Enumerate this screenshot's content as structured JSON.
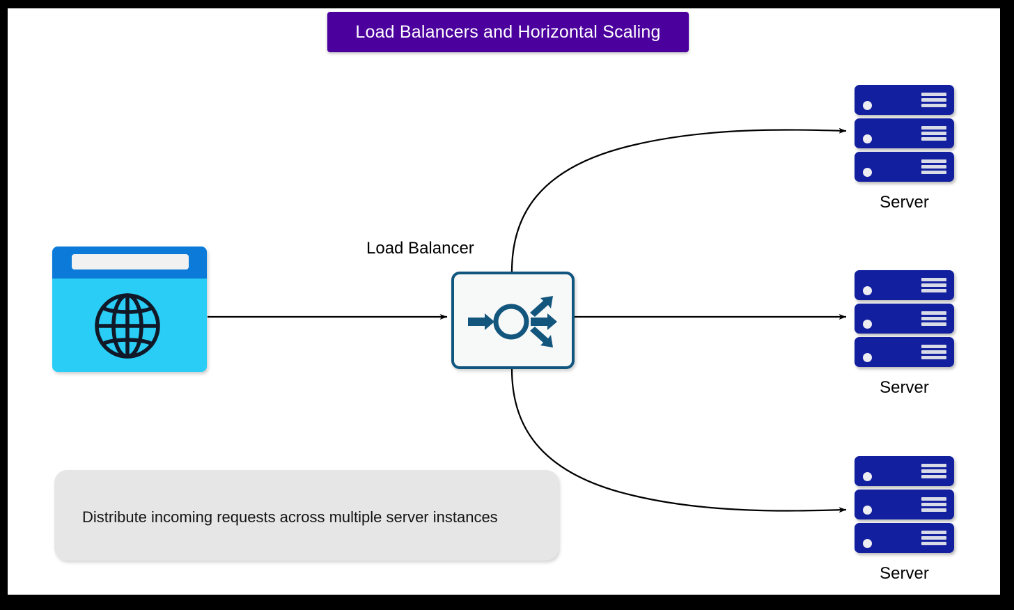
{
  "title": {
    "text": "Load Balancers and Horizontal Scaling",
    "background_color": "#4B009E",
    "text_color": "#FFFFFF"
  },
  "canvas": {
    "background_color": "#FFFFFF",
    "frame_color": "#000000"
  },
  "nodes": {
    "client": {
      "icon": "browser-window-globe-icon",
      "titlebar_color": "#0C7AD9",
      "body_color": "#29CDF5",
      "urlbar_color": "#F1F1F1",
      "globe_color": "#111827"
    },
    "load_balancer": {
      "label": "Load Balancer",
      "icon": "load-balancer-distribute-icon",
      "border_color": "#10567F",
      "fill_color": "#F7F8F8",
      "icon_color": "#13567D"
    },
    "servers": [
      {
        "label": "Server",
        "units": 3,
        "color": "#121F9E",
        "led_color": "#EDEDF2",
        "vent_color": "#D9DCE7"
      },
      {
        "label": "Server",
        "units": 3,
        "color": "#121F9E",
        "led_color": "#EDEDF2",
        "vent_color": "#D9DCE7"
      },
      {
        "label": "Server",
        "units": 3,
        "color": "#121F9E",
        "led_color": "#EDEDF2",
        "vent_color": "#D9DCE7"
      }
    ]
  },
  "description": {
    "text": "Distribute incoming requests across multiple server instances",
    "background_color": "#E6E6E6",
    "text_color": "#141414"
  },
  "connectors": [
    {
      "name": "client-to-load-balancer",
      "kind": "straight",
      "color": "#000000"
    },
    {
      "name": "load-balancer-to-server-1",
      "kind": "curved-up",
      "color": "#000000"
    },
    {
      "name": "load-balancer-to-server-2",
      "kind": "straight",
      "color": "#000000"
    },
    {
      "name": "load-balancer-to-server-3",
      "kind": "curved-down",
      "color": "#000000"
    }
  ]
}
